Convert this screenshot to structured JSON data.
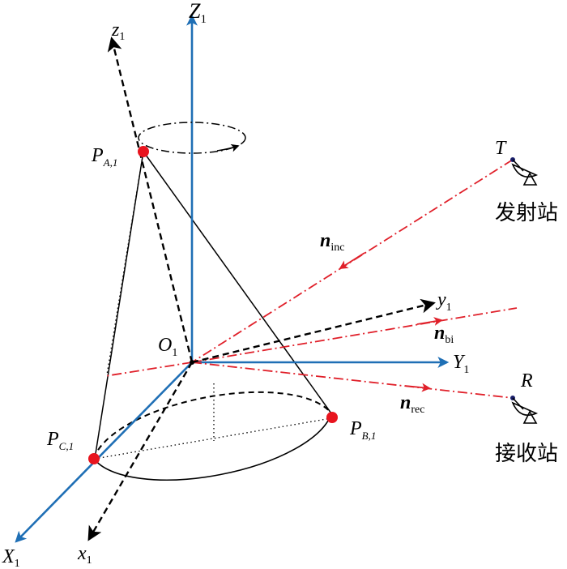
{
  "labels": {
    "Z1_main": "Z",
    "Z1_sub": "1",
    "z1_main": "z",
    "z1_sub": "1",
    "Y1_main": "Y",
    "Y1_sub": "1",
    "y1_main": "y",
    "y1_sub": "1",
    "X1_main": "X",
    "X1_sub": "1",
    "x1_main": "x",
    "x1_sub": "1",
    "O1_main": "O",
    "O1_sub": "1",
    "PA_main": "P",
    "PA_sub": "A,1",
    "PB_main": "P",
    "PB_sub": "B,1",
    "PC_main": "P",
    "PC_sub": "C,1",
    "T": "T",
    "R": "R",
    "ninc_main": "n",
    "ninc_sub": "inc",
    "nbi_main": "n",
    "nbi_sub": "bi",
    "nrec_main": "n",
    "nrec_sub": "rec",
    "transmitter": "发射站",
    "receiver": "接收站"
  },
  "colors": {
    "blue_axis": "#1f6fb5",
    "red_dash": "#e0202a",
    "red_point": "#e8141e",
    "black": "#000000",
    "station_dot": "#1a1f6b"
  },
  "icons": {
    "transmitter": "radar-dish-icon",
    "receiver": "radar-dish-icon"
  }
}
